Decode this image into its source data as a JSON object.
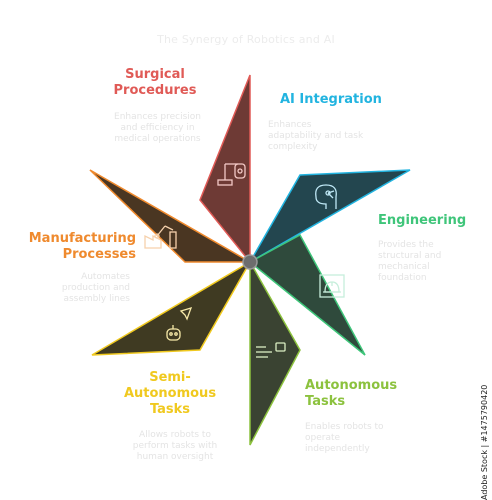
{
  "title": "The Synergy of Robotics and AI",
  "center_color": "#6d6d6d",
  "segments": [
    {
      "key": "surgical",
      "label_lines": [
        "Surgical",
        "Procedures"
      ],
      "description_lines": [
        "Enhances precision",
        "and efficiency in",
        "medical operations"
      ],
      "color": "#e05a56",
      "icon": "robot-arm-icon"
    },
    {
      "key": "ai",
      "label_lines": [
        "AI Integration"
      ],
      "description_lines": [
        "Enhances",
        "adaptability and task",
        "complexity"
      ],
      "color": "#22b4e0",
      "icon": "ai-head-icon"
    },
    {
      "key": "engineering",
      "label_lines": [
        "Engineering"
      ],
      "description_lines": [
        "Provides the",
        "structural and",
        "mechanical",
        "foundation"
      ],
      "color": "#3fc57a",
      "icon": "blueprint-icon"
    },
    {
      "key": "autonomous",
      "label_lines": [
        "Autonomous",
        "Tasks"
      ],
      "description_lines": [
        "Enables robots to",
        "operate",
        "independently"
      ],
      "color": "#8cc23e",
      "icon": "robot-console-icon"
    },
    {
      "key": "semi",
      "label_lines": [
        "Semi-",
        "Autonomous",
        "Tasks"
      ],
      "description_lines": [
        "Allows robots to",
        "perform tasks with",
        "human oversight"
      ],
      "color": "#f0c91f",
      "icon": "robot-navigate-icon"
    },
    {
      "key": "manufacturing",
      "label_lines": [
        "Manufacturing",
        "Processes"
      ],
      "description_lines": [
        "Automates",
        "production and",
        "assembly lines"
      ],
      "color": "#ef8a2e",
      "icon": "factory-icon"
    }
  ],
  "side_text": "Adobe Stock | #1475790420"
}
